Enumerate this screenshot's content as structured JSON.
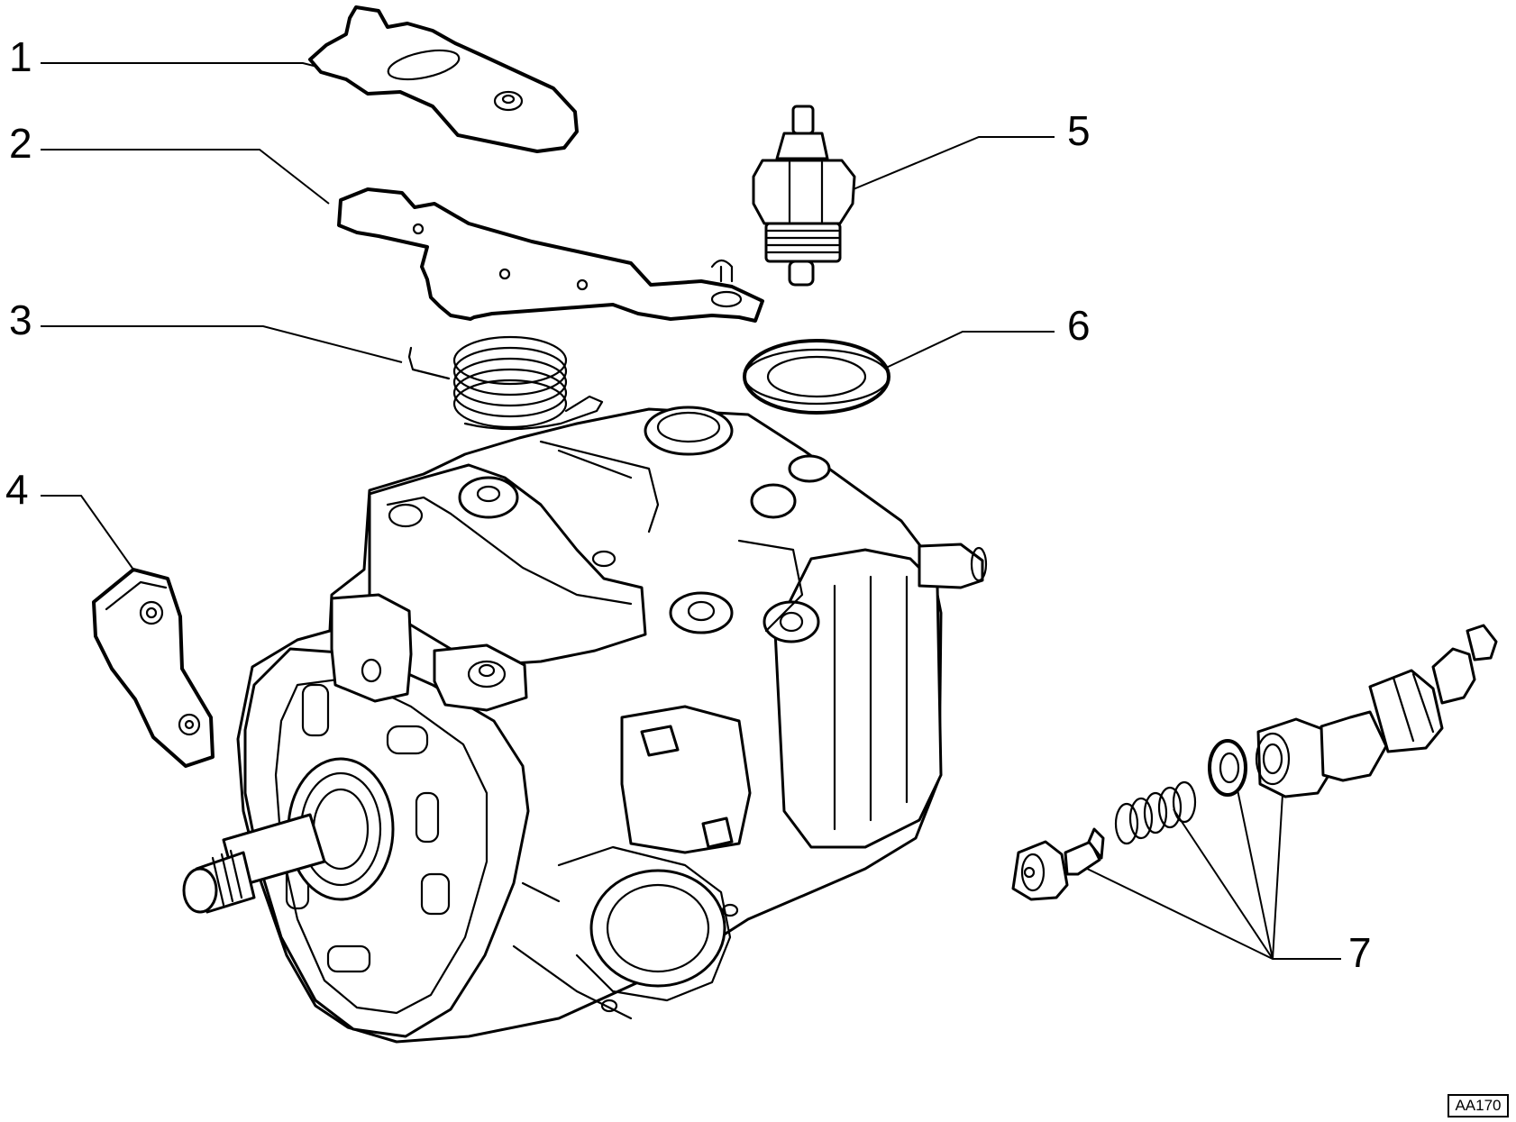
{
  "diagram": {
    "callouts": [
      {
        "id": "1",
        "label": "1"
      },
      {
        "id": "2",
        "label": "2"
      },
      {
        "id": "3",
        "label": "3"
      },
      {
        "id": "4",
        "label": "4"
      },
      {
        "id": "5",
        "label": "5"
      },
      {
        "id": "6",
        "label": "6"
      },
      {
        "id": "7",
        "label": "7"
      }
    ],
    "drawing_code": "AA170"
  }
}
